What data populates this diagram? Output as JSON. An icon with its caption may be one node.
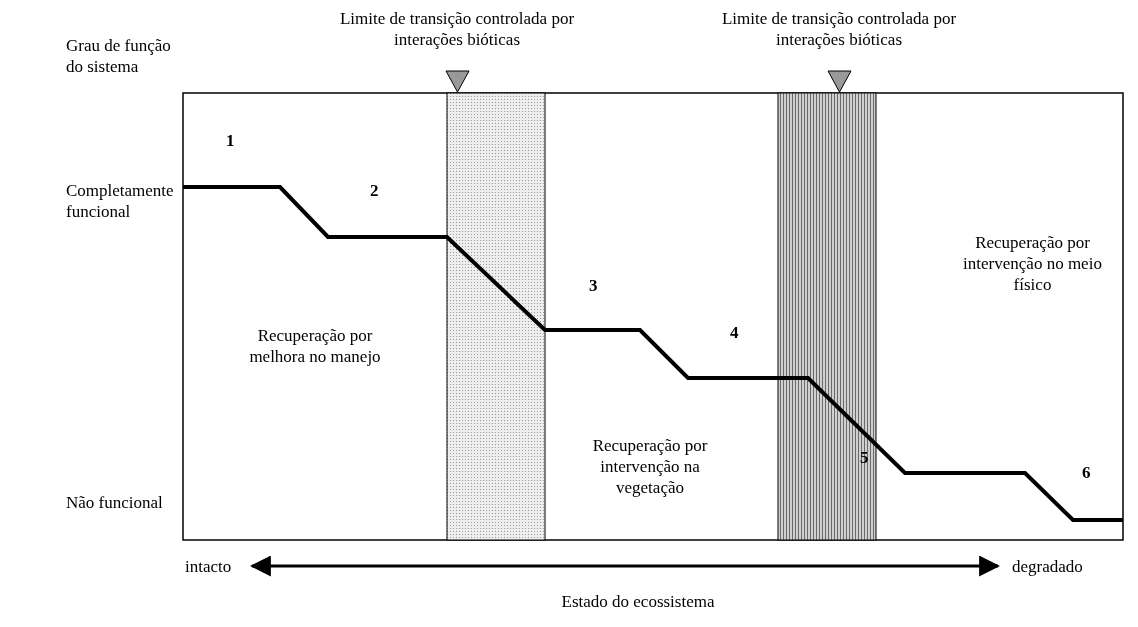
{
  "diagram": {
    "labels": [
      "Limite de transição controlada por interações bióticas",
      "Limite de transição controlada por interações bióticas",
      "Grau de função do sistema",
      "1",
      "Completamente funcional",
      "2",
      "3",
      "Recuperação por melhora no manejo",
      "Recuperação por intervenção no meio físico",
      "4",
      "5",
      "Recuperação por intervenção na vegetação",
      "Não funcional",
      "6",
      "intacto",
      "degradado",
      "Estado do ecossistema"
    ]
  }
}
